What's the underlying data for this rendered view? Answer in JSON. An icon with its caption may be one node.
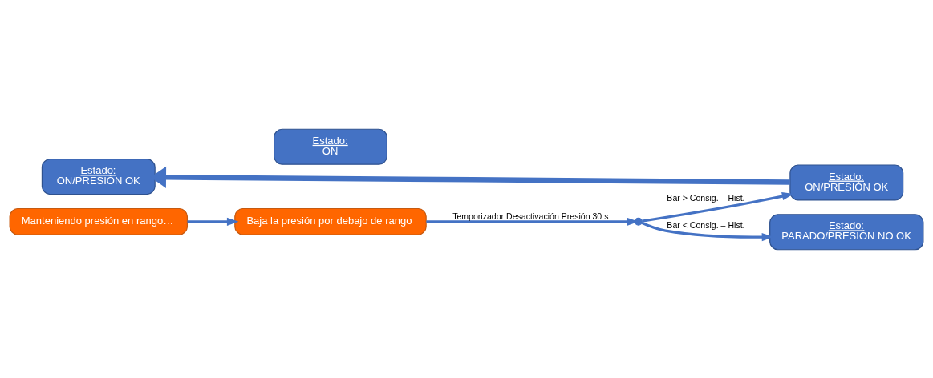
{
  "diagram": {
    "nodes": [
      {
        "text": [
          "Estado:",
          "ON/PRESIÓN OK"
        ]
      },
      {
        "text": [
          "Manteniendo presión en rango…"
        ]
      },
      {
        "text": [
          "Estado:",
          "ON"
        ]
      },
      {
        "text": [
          "Baja la presión por debajo de rango"
        ]
      },
      {
        "text": [],
        "shape": "point"
      },
      {
        "text": [
          "Estado:",
          "ON/PRESIÓN OK"
        ]
      },
      {
        "text": [
          "Estado:",
          "PARADO/PRESIÓN NO OK"
        ]
      }
    ],
    "edges": [
      {
        "from": 1,
        "to": 3,
        "arrow": "to"
      },
      {
        "from": 3,
        "to": 4,
        "arrow": "to",
        "label": "Temporizador Desactivación Presión 30 s"
      },
      {
        "from": 4,
        "to": 5,
        "arrow": "to",
        "label": "Bar > Consig. – Hist."
      },
      {
        "from": 4,
        "to": 6,
        "arrow": "to",
        "label": "Bar < Consig. – Hist."
      },
      {
        "from": 5,
        "to": 0,
        "arrow": "to",
        "style": "thick"
      }
    ]
  }
}
